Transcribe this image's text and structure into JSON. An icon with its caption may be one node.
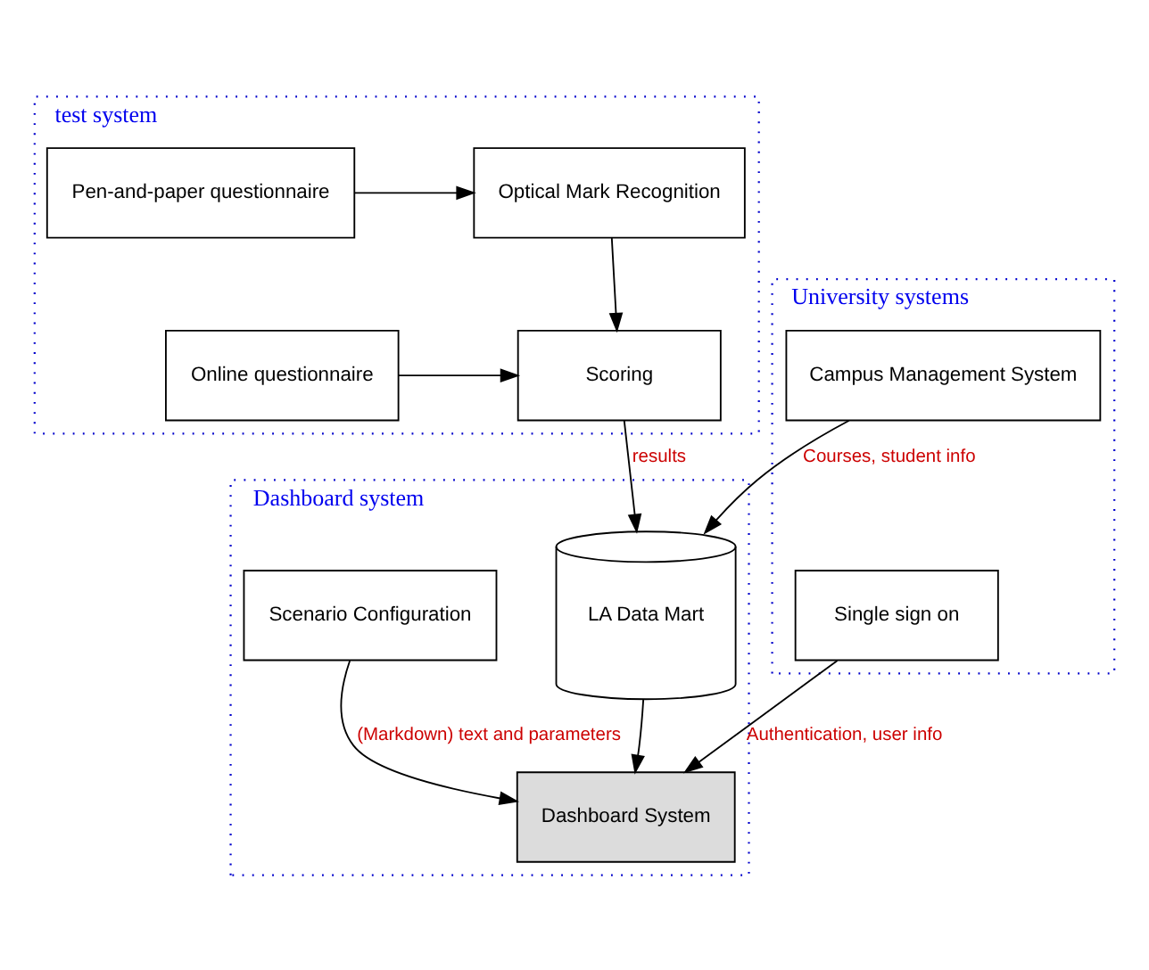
{
  "diagram": {
    "nodes": [
      {
        "text": [
          "test system"
        ]
      },
      {
        "text": [
          "Pen-and-paper questionnaire"
        ],
        "in": 0
      },
      {
        "text": [
          "Optical Mark Recognition"
        ],
        "in": 0
      },
      {
        "text": [
          "Online questionnaire"
        ],
        "in": 0
      },
      {
        "text": [
          "Scoring"
        ],
        "in": 0
      },
      {
        "text": [
          "University systems"
        ]
      },
      {
        "text": [
          "Campus Management System"
        ],
        "in": 5
      },
      {
        "text": [
          "Dashboard system"
        ]
      },
      {
        "text": [
          "LA Data Mart"
        ],
        "in": 7
      },
      {
        "text": [
          "Scenario Configuration"
        ],
        "in": 7
      },
      {
        "text": [
          "Dashboard System"
        ],
        "in": 7
      },
      {
        "text": [
          "Single sign on"
        ],
        "in": 5
      }
    ],
    "edges": [
      {
        "from": 1,
        "to": 2,
        "arrow": "to"
      },
      {
        "from": 2,
        "to": 4,
        "arrow": "to"
      },
      {
        "from": 3,
        "to": 4,
        "arrow": "to"
      },
      {
        "from": 4,
        "to": 8,
        "arrow": "to",
        "label": "results"
      },
      {
        "from": 6,
        "to": 8,
        "arrow": "to",
        "label": "Courses, student info"
      },
      {
        "from": 8,
        "to": 10,
        "arrow": "to"
      },
      {
        "from": 9,
        "to": 10,
        "arrow": "to",
        "label": "(Markdown) text and parameters"
      },
      {
        "from": 11,
        "to": 10,
        "arrow": "to",
        "label": "Authentication, user info"
      }
    ]
  }
}
